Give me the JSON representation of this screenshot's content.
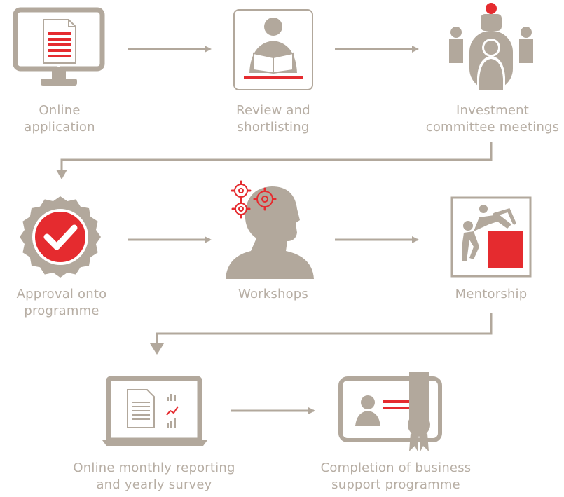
{
  "colors": {
    "taupe": "#b2a89c",
    "red": "#e52b2f",
    "text": "#b7aea4"
  },
  "steps": [
    {
      "id": "online-application",
      "line1": "Online",
      "line2": "application",
      "icon": "monitor-document-icon"
    },
    {
      "id": "review-shortlisting",
      "line1": "Review and",
      "line2": "shortlisting",
      "icon": "person-reading-icon"
    },
    {
      "id": "investment-committee",
      "line1": "Investment",
      "line2": "committee meetings",
      "icon": "meeting-table-icon"
    },
    {
      "id": "approval",
      "line1": "Approval onto",
      "line2": "programme",
      "icon": "approval-badge-icon"
    },
    {
      "id": "workshops",
      "line1": "Workshops",
      "line2": "",
      "icon": "head-gears-icon"
    },
    {
      "id": "mentorship",
      "line1": "Mentorship",
      "line2": "",
      "icon": "mentor-climb-icon"
    },
    {
      "id": "reporting",
      "line1": "Online monthly reporting",
      "line2": "and yearly survey",
      "icon": "laptop-report-icon"
    },
    {
      "id": "completion",
      "line1": "Completion of business",
      "line2": "support programme",
      "icon": "certificate-icon"
    }
  ]
}
